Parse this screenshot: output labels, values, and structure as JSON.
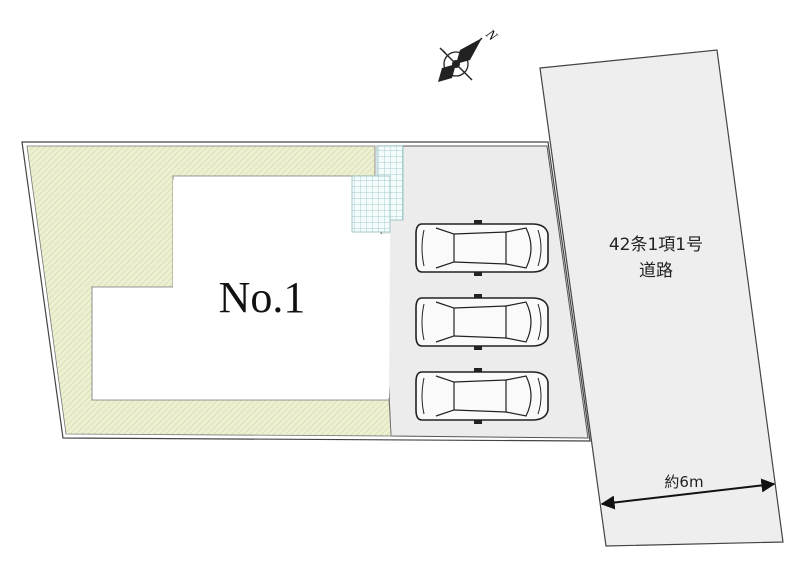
{
  "lot": {
    "label": "No.1"
  },
  "road": {
    "label_line1": "42条1項1号",
    "label_line2": "道路",
    "width_label": "約6m"
  },
  "compass": {
    "north_label": "N"
  },
  "parking": {
    "spaces": 3
  },
  "colors": {
    "garden": "#eef0d2",
    "garden_hatch": "#d6dab0",
    "paving": "#ececec",
    "road": "#eeeeee",
    "tile_grid": "#8fbfc0",
    "outline": "#444444"
  }
}
